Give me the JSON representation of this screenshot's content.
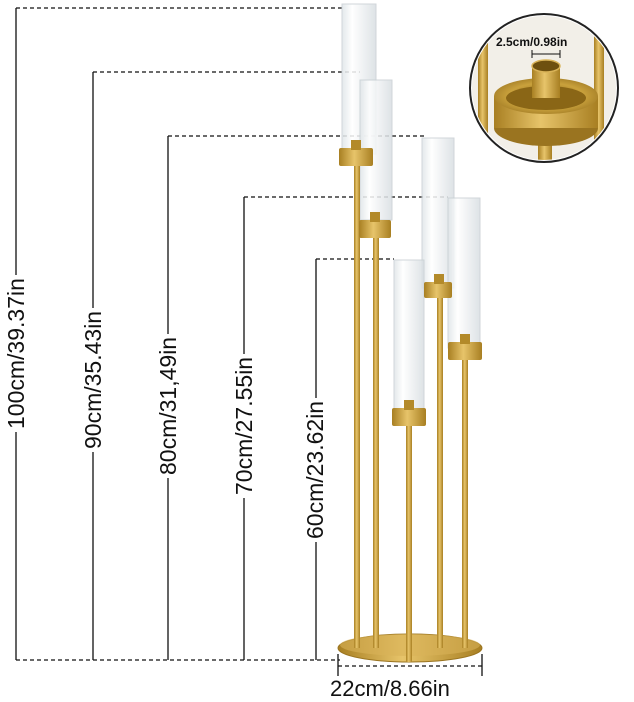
{
  "dimensions": {
    "heights": [
      {
        "id": "h100",
        "label": "100cm/39.37in"
      },
      {
        "id": "h90",
        "label": "90cm/35.43in"
      },
      {
        "id": "h80",
        "label": "80cm/31,49in"
      },
      {
        "id": "h70",
        "label": "70cm/27.55in"
      },
      {
        "id": "h60",
        "label": "60cm/23.62in"
      }
    ],
    "base_width": "22cm/8.66in",
    "cup_diameter": "2.5cm/0.98in"
  },
  "colors": {
    "gold": "#c9a13c",
    "gold_dark": "#a87f22",
    "glass": "#eef2f4",
    "line": "#111111"
  }
}
